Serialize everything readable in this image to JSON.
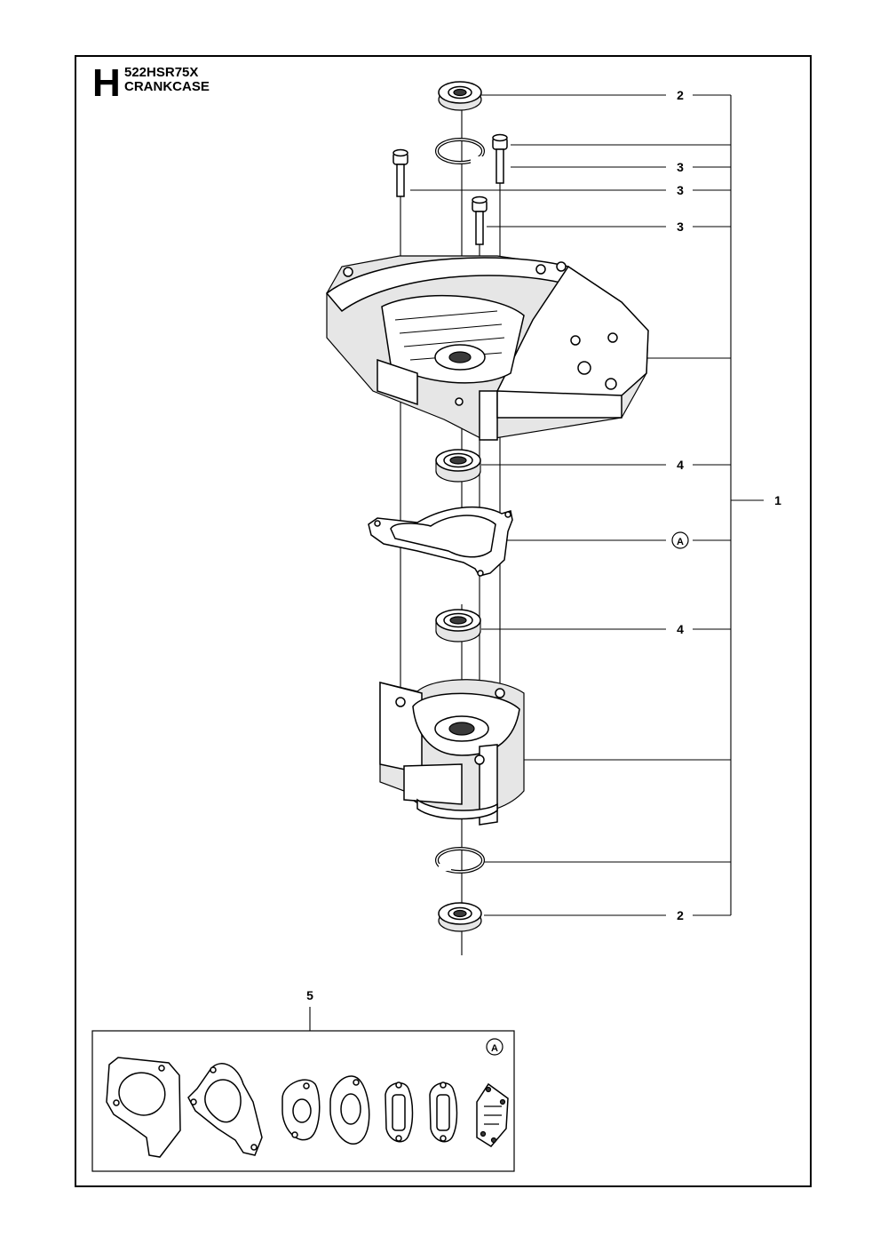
{
  "header": {
    "section_letter": "H",
    "model_code": "522HSR75X",
    "section_title": "CRANKCASE"
  },
  "callouts": {
    "item_1": "1",
    "item_2_top": "2",
    "item_3_a": "3",
    "item_3_b": "3",
    "item_3_c": "3",
    "item_4_upper": "4",
    "ref_a_main": "A",
    "item_4_lower": "4",
    "item_2_bottom": "2",
    "item_5": "5",
    "ref_a_kit": "A"
  }
}
